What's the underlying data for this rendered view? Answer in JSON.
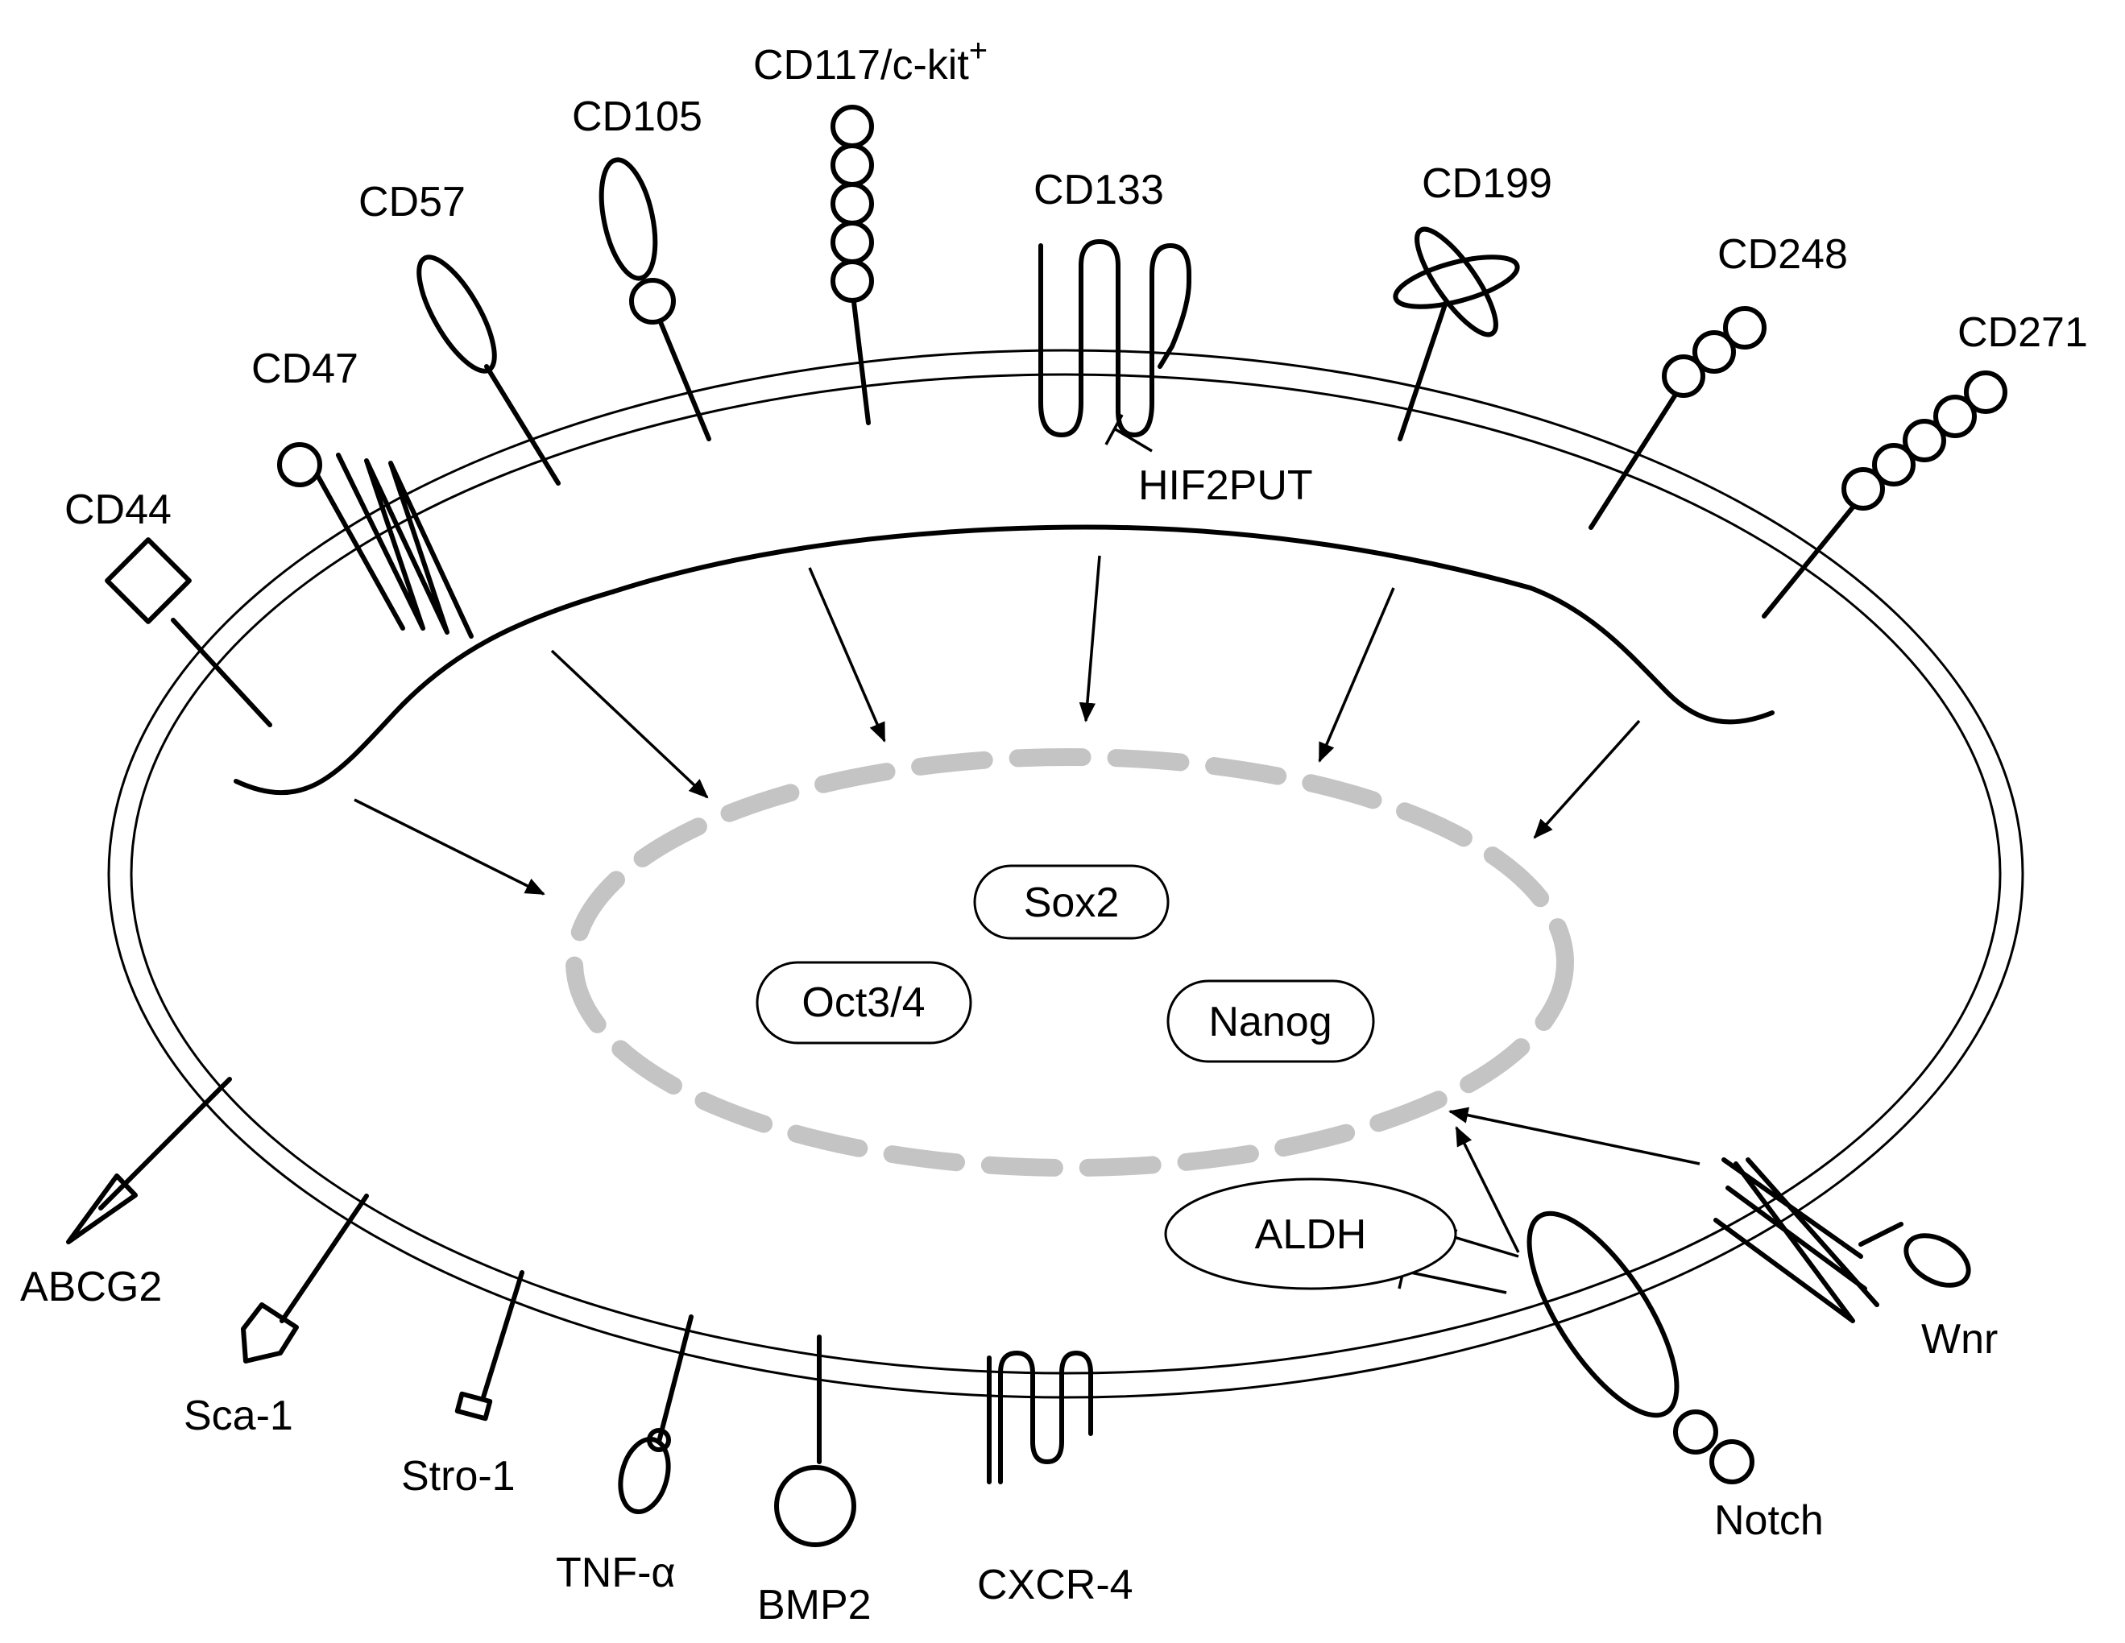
{
  "colors": {
    "line": "#000000",
    "nuclear_envelope": "#c4c4c4",
    "background": "#ffffff"
  },
  "markers": {
    "cd44": "CD44",
    "cd47": "CD47",
    "cd57": "CD57",
    "cd105": "CD105",
    "cd117": "CD117/c-kit",
    "cd117_sup": "+",
    "cd133": "CD133",
    "cd199": "CD199",
    "cd248": "CD248",
    "cd271": "CD271",
    "hif2put": "HIF2PUT",
    "abcg2": "ABCG2",
    "sca1": "Sca-1",
    "stro1": "Stro-1",
    "tnfa": "TNF-α",
    "bmp2": "BMP2",
    "cxcr4": "CXCR-4",
    "notch": "Notch",
    "wnr": "Wnr"
  },
  "nucleus_factors": {
    "sox2": "Sox2",
    "oct34": "Oct3/4",
    "nanog": "Nanog"
  },
  "cytoplasm": {
    "aldh": "ALDH"
  }
}
